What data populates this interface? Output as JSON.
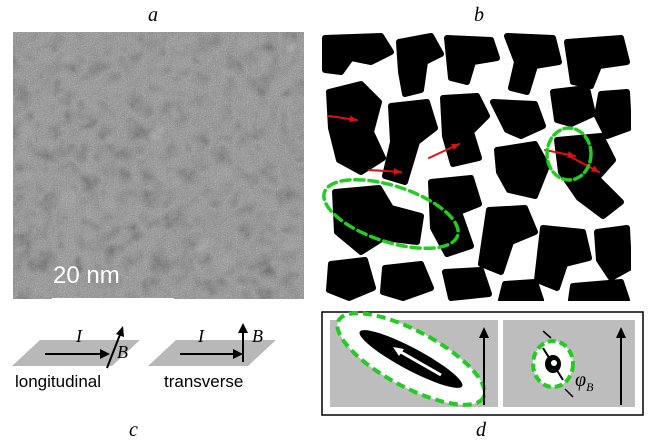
{
  "panels": {
    "a": "a",
    "b": "b",
    "c": "c",
    "d": "d"
  },
  "scale_bar": "20 nm",
  "panel_c": {
    "current_symbol": "I",
    "field_symbol": "B",
    "longitudinal_label": "longitudinal",
    "transverse_label": "transverse"
  },
  "panel_d": {
    "angle_symbol": "φ",
    "angle_subscript": "B"
  },
  "colors": {
    "island": "#000000",
    "arrow": "#e01010",
    "ellipse": "#22cc22",
    "gray_bg": "#bdbdbd"
  }
}
